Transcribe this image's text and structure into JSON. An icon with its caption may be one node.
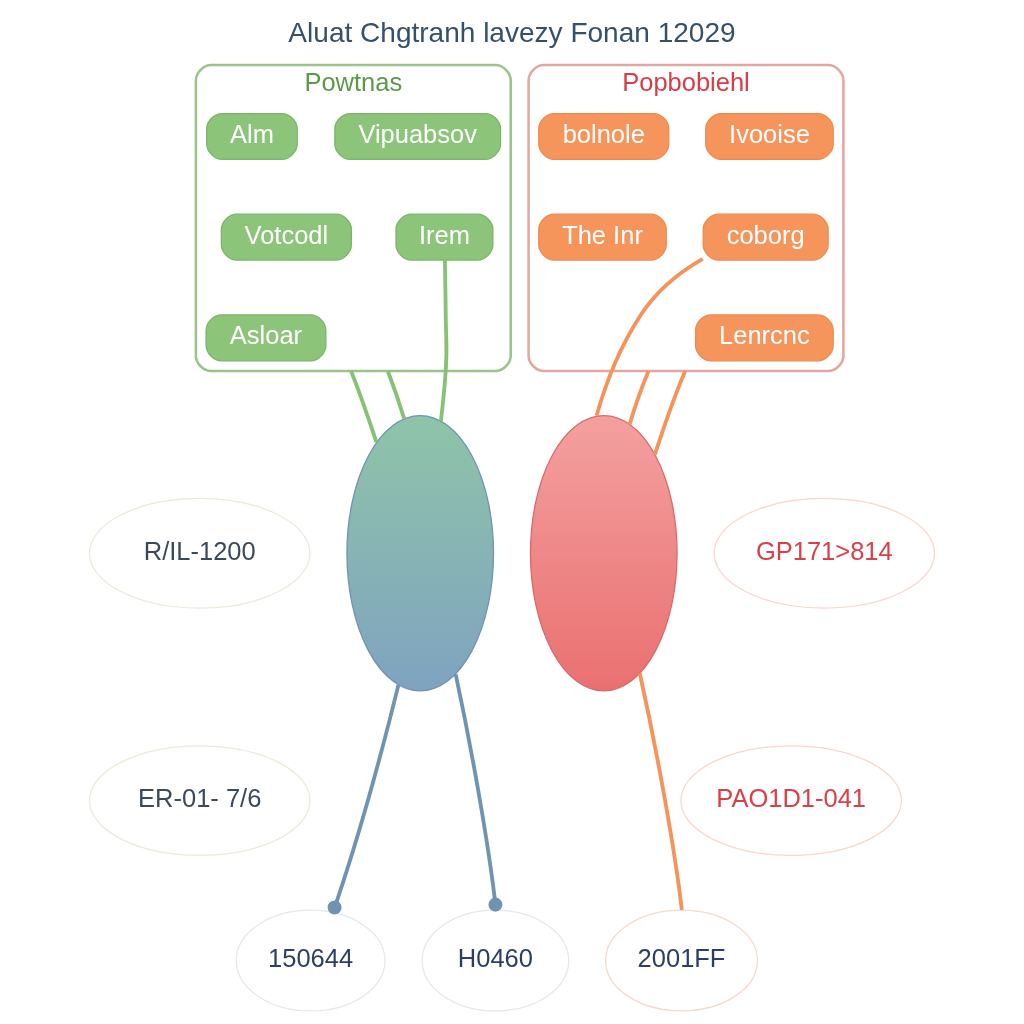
{
  "diagram": {
    "title": "Aluat Chgtranh lavezy Fonan 12029",
    "nodes": [
      {
        "text": [
          "Powtnas"
        ]
      },
      {
        "text": [
          "Alm"
        ],
        "in": 0
      },
      {
        "text": [
          "Vipuabsov"
        ],
        "in": 0
      },
      {
        "text": [
          "Votcodl"
        ],
        "in": 0
      },
      {
        "text": [
          "Irem"
        ],
        "in": 0
      },
      {
        "text": [
          "Asloar"
        ],
        "in": 0
      },
      {
        "text": [
          "Popbobiehl"
        ]
      },
      {
        "text": [
          "Ivooise"
        ],
        "in": 6
      },
      {
        "text": [
          "bolnole"
        ],
        "in": 6
      },
      {
        "text": [
          "coborg"
        ],
        "in": 6
      },
      {
        "text": [
          "The Inr"
        ],
        "in": 6
      },
      {
        "text": [
          "Lenrcnc"
        ],
        "in": 6
      },
      {
        "text": [],
        "shape": "picture"
      },
      {
        "text": [],
        "shape": "picture"
      },
      {
        "text": [
          "R/IL-1200"
        ]
      },
      {
        "text": [
          "ER-01- 7/6"
        ]
      },
      {
        "text": [
          "GP171>814"
        ]
      },
      {
        "text": [
          "PAO1D1-041"
        ]
      },
      {
        "text": [
          "150644"
        ]
      },
      {
        "text": [
          "H0460"
        ]
      },
      {
        "text": [
          "2001FF"
        ]
      }
    ],
    "edges": [
      {
        "from": 4,
        "to": 12,
        "arrow": "none",
        "color": "#86c274"
      },
      {
        "from": 0,
        "to": 12,
        "arrow": "none",
        "color": "#86c274"
      },
      {
        "from": 0,
        "to": 12,
        "arrow": "none",
        "color": "#86c274"
      },
      {
        "from": 9,
        "to": 13,
        "arrow": "none",
        "color": "#f4935a"
      },
      {
        "from": 6,
        "to": 13,
        "arrow": "none",
        "color": "#f4935a"
      },
      {
        "from": 6,
        "to": 13,
        "arrow": "none",
        "color": "#f4935a"
      },
      {
        "from": 18,
        "to": 12,
        "arrow": "other",
        "color": "#6f93b0"
      },
      {
        "from": 19,
        "to": 12,
        "arrow": "other",
        "color": "#6f93b0"
      },
      {
        "from": 20,
        "to": 13,
        "arrow": "none",
        "color": "#f4935a"
      }
    ]
  }
}
